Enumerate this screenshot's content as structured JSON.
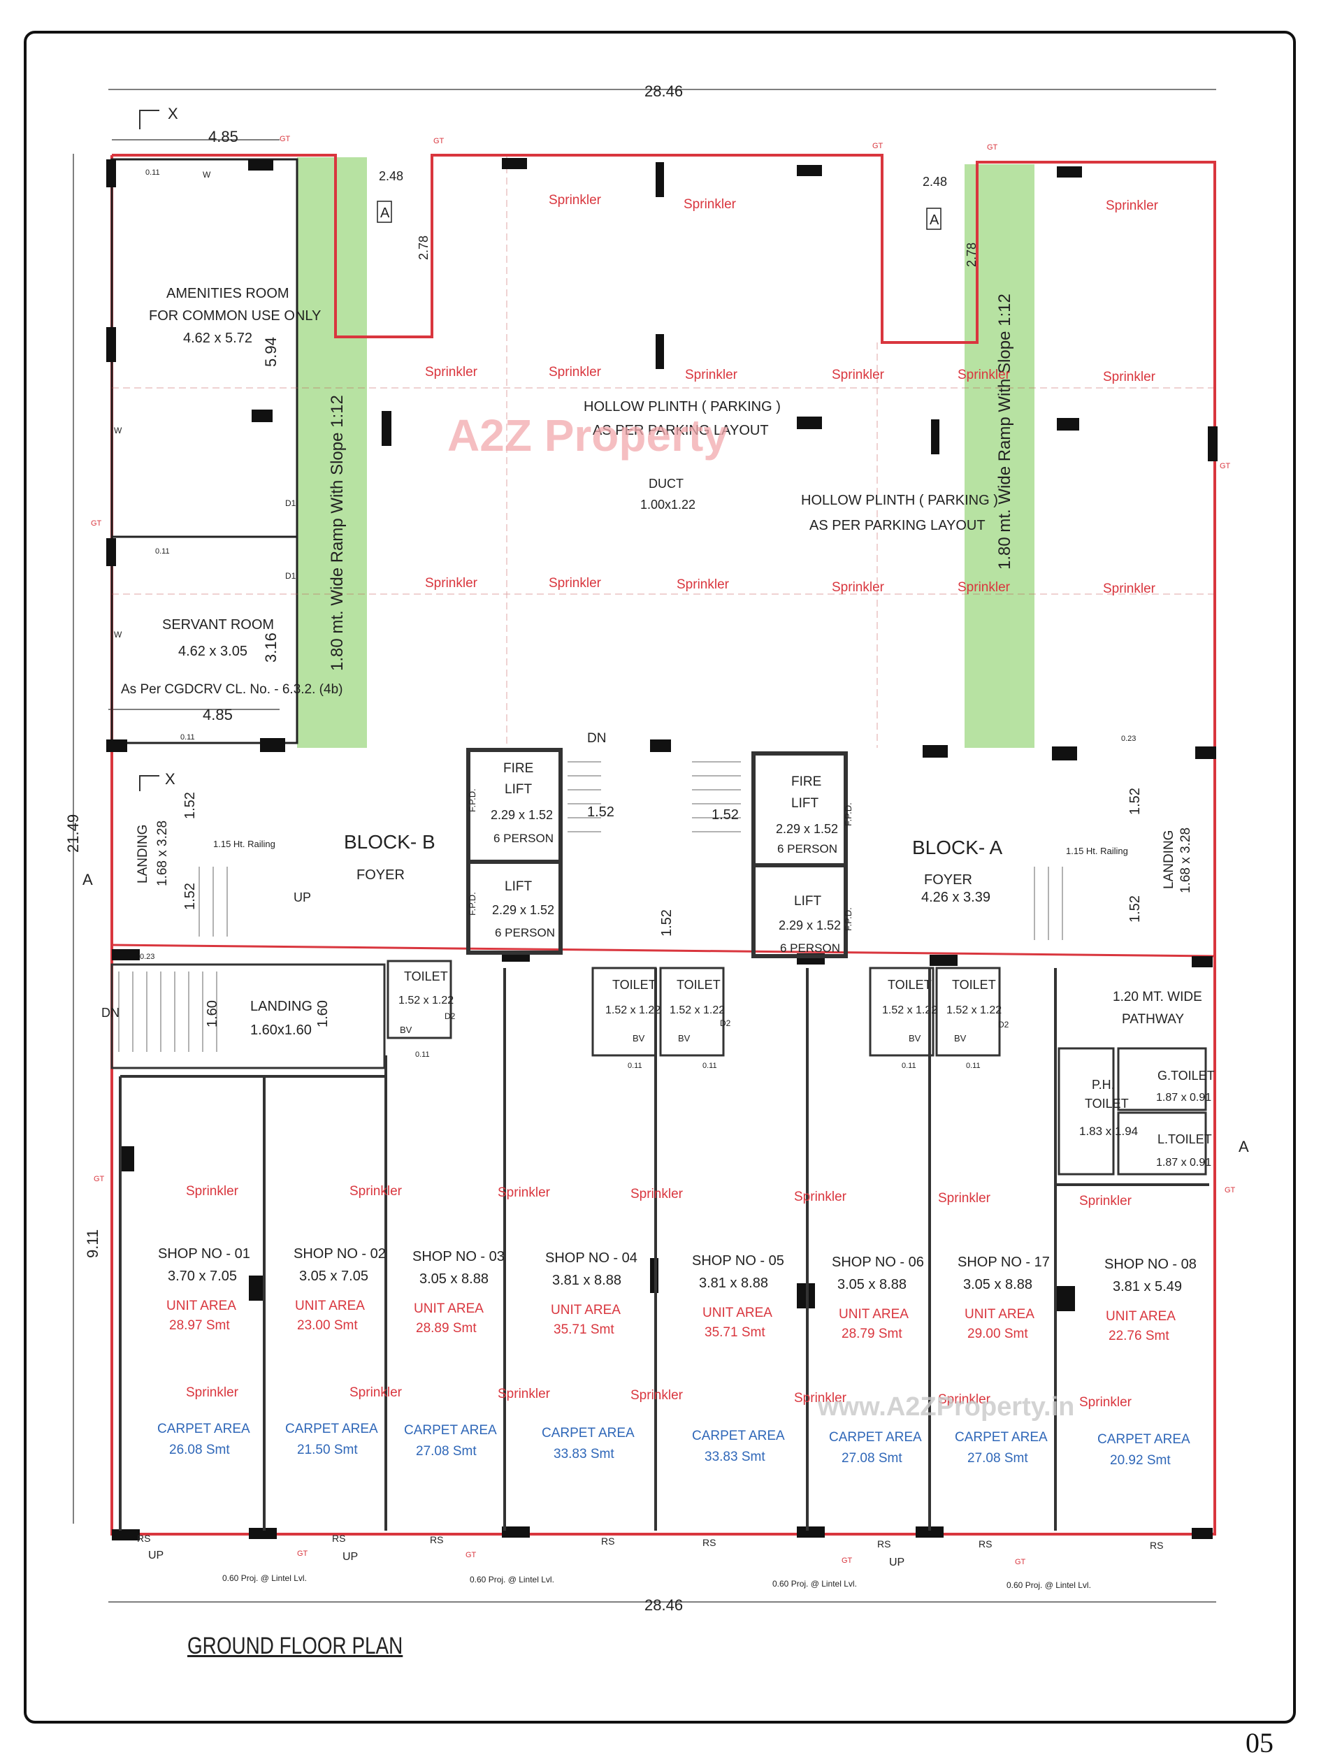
{
  "plan_title": "GROUND FLOOR PLAN",
  "page_number": "05",
  "watermark": {
    "logo": "A2Z Property",
    "url": "www.A2ZProperty.in"
  },
  "dimensions": {
    "overall_top": "28.46",
    "overall_bottom": "28.46",
    "left_top": "4.85",
    "left_height": "21.49",
    "shops_depth": "9.11",
    "ramp_top_left": "2.48",
    "ramp_top_right": "2.48",
    "ramp_depth_left": "2.78",
    "ramp_depth_right": "2.78",
    "amenities_height": "5.94",
    "servant_height": "3.16",
    "servant_width": "4.85"
  },
  "rooms": {
    "amenities": {
      "name": "AMENITIES ROOM",
      "note": "FOR COMMON USE ONLY",
      "size": "4.62 x 5.72"
    },
    "servant": {
      "name": "SERVANT ROOM",
      "size": "4.62 x 3.05",
      "note": "As Per CGDCRV CL. No. - 6.3.2. (4b)"
    },
    "parking_1": {
      "name": "HOLLOW PLINTH ( PARKING )",
      "note": "AS PER PARKING LAYOUT"
    },
    "parking_2": {
      "name": "HOLLOW PLINTH ( PARKING )",
      "note": "AS PER PARKING LAYOUT"
    },
    "duct": {
      "name": "DUCT",
      "size": "1.00x1.22"
    },
    "block_b": {
      "name": "BLOCK- B",
      "foyer": "FOYER"
    },
    "block_a": {
      "name": "BLOCK- A",
      "foyer": "FOYER",
      "foyer_size": "4.26 x 3.39"
    },
    "landing_left": {
      "name": "LANDING",
      "size": "1.68 x 3.28"
    },
    "landing_right": {
      "name": "LANDING",
      "size": "1.68 x 3.28"
    },
    "landing_stair": {
      "name": "LANDING",
      "size": "1.60x1.60"
    },
    "fire_lift_b": {
      "name": "FIRE",
      "name2": "LIFT",
      "size": "2.29 x 1.52",
      "cap": "6 PERSON"
    },
    "lift_b": {
      "name": "LIFT",
      "size": "2.29 x 1.52",
      "cap": "6 PERSON"
    },
    "fire_lift_a": {
      "name": "FIRE",
      "name2": "LIFT",
      "size": "2.29 x 1.52",
      "cap": "6 PERSON"
    },
    "lift_a": {
      "name": "LIFT",
      "size": "2.29 x 1.52",
      "cap": "6 PERSON"
    },
    "pathway": {
      "name": "1.20 MT. WIDE",
      "name2": "PATHWAY"
    },
    "ph_toilet": {
      "name": "P.H.",
      "name2": "TOILET",
      "size": "1.83 x 1.94"
    },
    "g_toilet": {
      "name": "G.TOILET",
      "size": "1.87 x 0.91"
    },
    "l_toilet": {
      "name": "L.TOILET",
      "size": "1.87 x 0.91"
    }
  },
  "ramps": {
    "left": "1.80 mt. Wide Ramp  With Slope 1:12",
    "right": "1.80 mt. Wide Ramp  With Slope 1:12"
  },
  "toilets": [
    {
      "name": "TOILET",
      "size": "1.52 x 1.22"
    },
    {
      "name": "TOILET",
      "size": "1.52 x 1.22"
    },
    {
      "name": "TOILET",
      "size": "1.52 x 1.22"
    },
    {
      "name": "TOILET",
      "size": "1.52 x 1.22"
    },
    {
      "name": "TOILET",
      "size": "1.52 x 1.22"
    },
    {
      "name": "TOILET",
      "size": "1.52 x 1.22"
    }
  ],
  "shops": [
    {
      "name": "SHOP NO - 01",
      "size": "3.70 x 7.05",
      "unit_label": "UNIT AREA",
      "unit": "28.97 Smt",
      "carpet_label": "CARPET AREA",
      "carpet": "26.08 Smt"
    },
    {
      "name": "SHOP NO - 02",
      "size": "3.05 x 7.05",
      "unit_label": "UNIT AREA",
      "unit": "23.00 Smt",
      "carpet_label": "CARPET AREA",
      "carpet": "21.50 Smt"
    },
    {
      "name": "SHOP NO - 03",
      "size": "3.05 x 8.88",
      "unit_label": "UNIT AREA",
      "unit": "28.89 Smt",
      "carpet_label": "CARPET AREA",
      "carpet": "27.08 Smt"
    },
    {
      "name": "SHOP NO - 04",
      "size": "3.81 x 8.88",
      "unit_label": "UNIT AREA",
      "unit": "35.71 Smt",
      "carpet_label": "CARPET AREA",
      "carpet": "33.83 Smt"
    },
    {
      "name": "SHOP NO - 05",
      "size": "3.81 x 8.88",
      "unit_label": "UNIT AREA",
      "unit": "35.71 Smt",
      "carpet_label": "CARPET AREA",
      "carpet": "33.83 Smt"
    },
    {
      "name": "SHOP NO - 06",
      "size": "3.05 x 8.88",
      "unit_label": "UNIT AREA",
      "unit": "28.79 Smt",
      "carpet_label": "CARPET AREA",
      "carpet": "27.08 Smt"
    },
    {
      "name": "SHOP NO - 17",
      "size": "3.05 x 8.88",
      "unit_label": "UNIT AREA",
      "unit": "29.00 Smt",
      "carpet_label": "CARPET AREA",
      "carpet": "27.08 Smt"
    },
    {
      "name": "SHOP NO - 08",
      "size": "3.81 x 5.49",
      "unit_label": "UNIT AREA",
      "unit": "22.76 Smt",
      "carpet_label": "CARPET AREA",
      "carpet": "20.92 Smt"
    }
  ],
  "labels": {
    "sprinkler": "Sprinkler",
    "gt": "GT",
    "dn": "DN",
    "up": "UP",
    "rs": "RS",
    "bv": "BV",
    "fpd": "F.P.D.",
    "railing": "1.15 Ht. Railing",
    "lintel": "0.60 Proj. @ Lintel Lvl.",
    "stair_w": "1.52",
    "stair_w2": "1.60",
    "wall": "0.11",
    "wall2": "0.23",
    "door": "D1",
    "door2": "D2",
    "window": "W",
    "section_a": "A",
    "section_x": "X"
  }
}
